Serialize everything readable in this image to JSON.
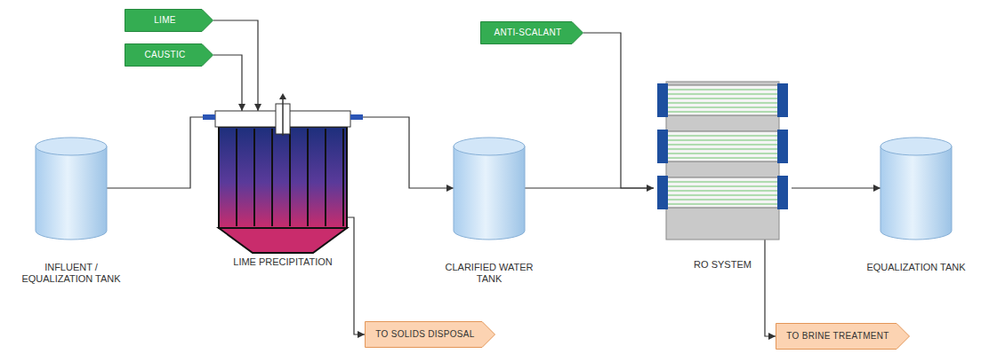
{
  "diagram": {
    "nodes": [
      {
        "text": [
          "LIME"
        ]
      },
      {
        "text": [
          "CAUSTIC"
        ]
      },
      {
        "text": [
          "ANTI-SCALANT"
        ]
      },
      {
        "text": [
          "INFLUENT / EQUALIZATION TANK"
        ]
      },
      {
        "text": [
          "LIME PRECIPITATION"
        ]
      },
      {
        "text": [
          "CLARIFIED WATER TANK"
        ]
      },
      {
        "text": [
          "RO SYSTEM"
        ]
      },
      {
        "text": [
          "EQUALIZATION TANK"
        ]
      },
      {
        "text": [
          "TO SOLIDS DISPOSAL"
        ]
      },
      {
        "text": [
          "TO BRINE TREATMENT"
        ]
      }
    ],
    "edges": [
      {
        "from": 0,
        "to": 4,
        "arrow": "to"
      },
      {
        "from": 1,
        "to": 4,
        "arrow": "to"
      },
      {
        "from": 3,
        "to": 4,
        "arrow": "none"
      },
      {
        "from": 4,
        "to": 5,
        "arrow": "to"
      },
      {
        "from": 4,
        "to": 8,
        "arrow": "to"
      },
      {
        "from": 5,
        "to": 6,
        "arrow": "none"
      },
      {
        "from": 2,
        "to": 6,
        "arrow": "to"
      },
      {
        "from": 6,
        "to": 7,
        "arrow": "to"
      },
      {
        "from": 6,
        "to": 9,
        "arrow": "to"
      }
    ]
  }
}
